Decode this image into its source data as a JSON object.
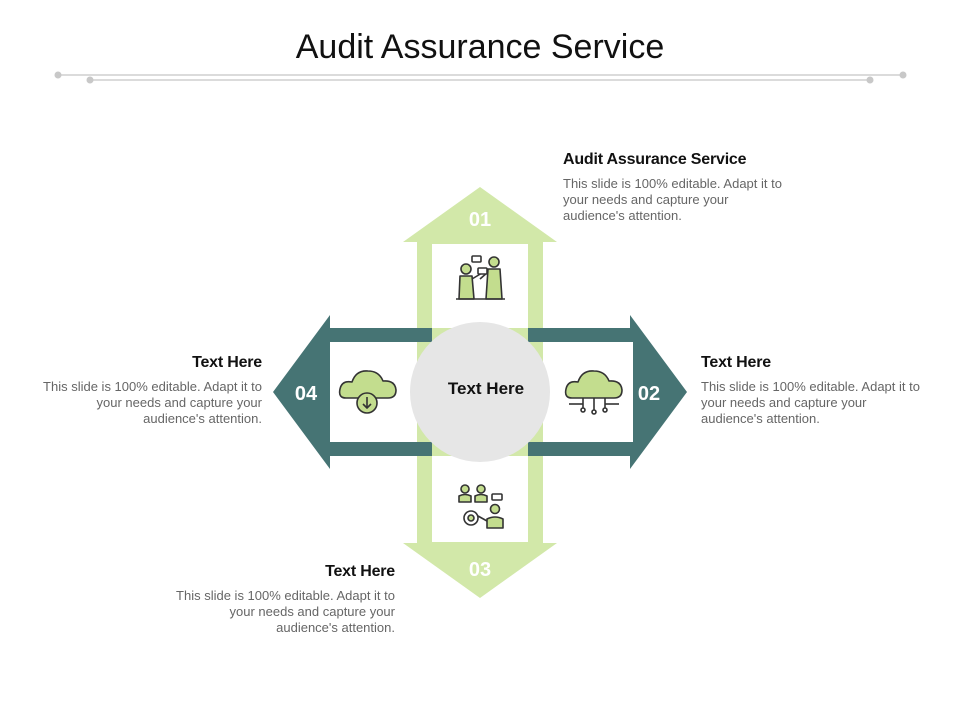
{
  "title": "Audit Assurance Service",
  "center_label": "Text Here",
  "colors": {
    "light_green": "#d2e8a9",
    "dark_teal": "#467474",
    "center_gray": "#e6e6e6",
    "icon_green": "#c3dd8e",
    "icon_stroke": "#333333"
  },
  "steps": [
    {
      "number": "01",
      "heading": "Audit Assurance Service",
      "body": "This slide is 100% editable. Adapt it to your needs and capture your audience's attention.",
      "icon": "people-discussion-icon"
    },
    {
      "number": "02",
      "heading": "Text Here",
      "body": "This slide is 100% editable. Adapt it to your needs and capture your audience's attention.",
      "icon": "cloud-network-icon"
    },
    {
      "number": "03",
      "heading": "Text Here",
      "body": "This slide is 100% editable. Adapt it to your needs and capture your audience's attention.",
      "icon": "team-gear-icon"
    },
    {
      "number": "04",
      "heading": "Text Here",
      "body": "This slide is 100% editable. Adapt it to your needs and capture your audience's attention.",
      "icon": "cloud-download-icon"
    }
  ]
}
